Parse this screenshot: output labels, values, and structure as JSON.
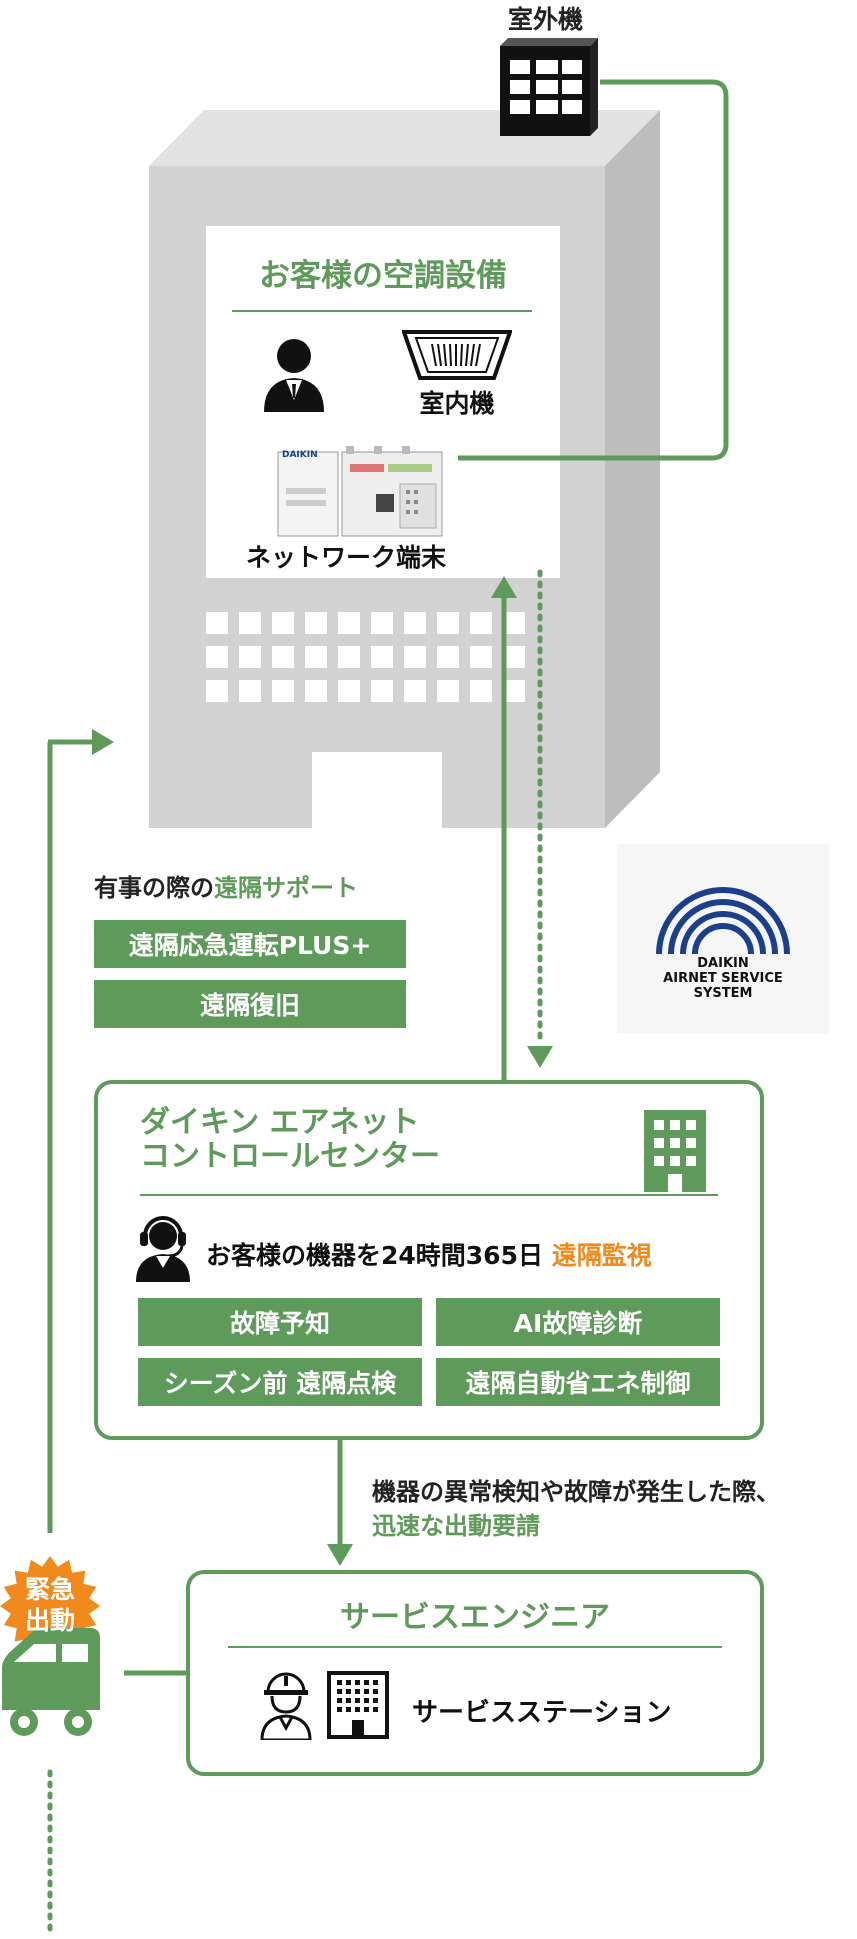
{
  "outdoor_unit_label": "室外機",
  "facility": {
    "title": "お客様の空調設備",
    "indoor_unit_label": "室内機",
    "network_terminal_label": "ネットワーク端末",
    "terminal_brand_text": "DAIKIN"
  },
  "remote_support": {
    "heading_prefix": "有事の際の",
    "heading_highlight": "遠隔サポート",
    "buttons": [
      "遠隔応急運転PLUS+",
      "遠隔復旧"
    ]
  },
  "logo": {
    "lines": [
      "DAIKIN",
      "AIRNET SERVICE",
      "SYSTEM"
    ]
  },
  "control_center": {
    "title_line1": "ダイキン エアネット",
    "title_line2": "コントロールセンター",
    "monitor_prefix": "お客様の機器を24時間365日 ",
    "monitor_highlight": "遠隔監視",
    "features": [
      "故障予知",
      "AI故障診断",
      "シーズン前 遠隔点検",
      "遠隔自動省エネ制御"
    ]
  },
  "dispatch_note": {
    "line1": "機器の異常検知や故障が発生した際、",
    "line2": "迅速な出動要請"
  },
  "emergency_badge": {
    "line1": "緊急",
    "line2": "出動"
  },
  "service_engineer": {
    "title": "サービスエンジニア",
    "station_label": "サービスステーション"
  },
  "colors": {
    "green": "#5e9a5a",
    "orange": "#f08a1c",
    "building_front": "#d2d2d2",
    "building_side": "#bdbdbd",
    "building_top": "#e2e2e2",
    "logo_blue": "#1c3f8c"
  }
}
